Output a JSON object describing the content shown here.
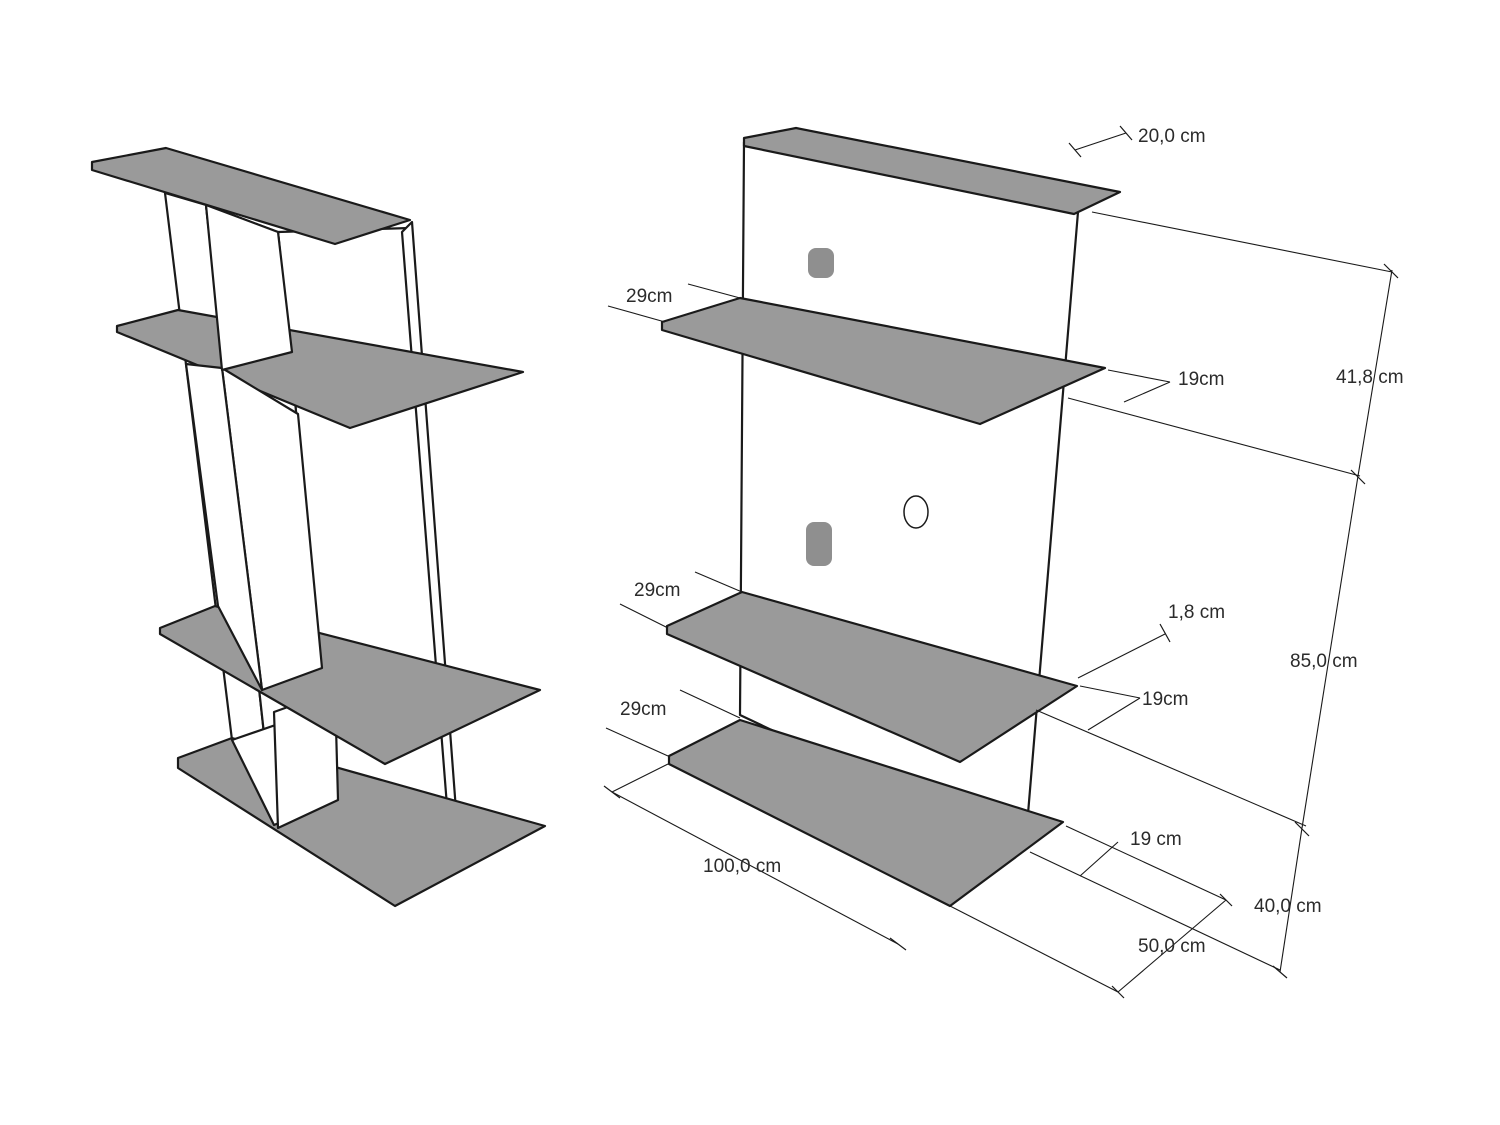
{
  "dimensions": {
    "top_shelf_depth": "20,0 cm",
    "shelf1_depth": "29cm",
    "shelf1_side_depth": "19cm",
    "upper_height": "41,8 cm",
    "shelf2_depth": "29cm",
    "panel_thickness": "1,8 cm",
    "shelf2_side_depth": "19cm",
    "lower_height": "85,0 cm",
    "shelf3_depth": "29cm",
    "shelf3_side_depth": "19 cm",
    "total_width": "100,0 cm",
    "base_width": "50,0 cm",
    "base_height": "40,0 cm"
  }
}
